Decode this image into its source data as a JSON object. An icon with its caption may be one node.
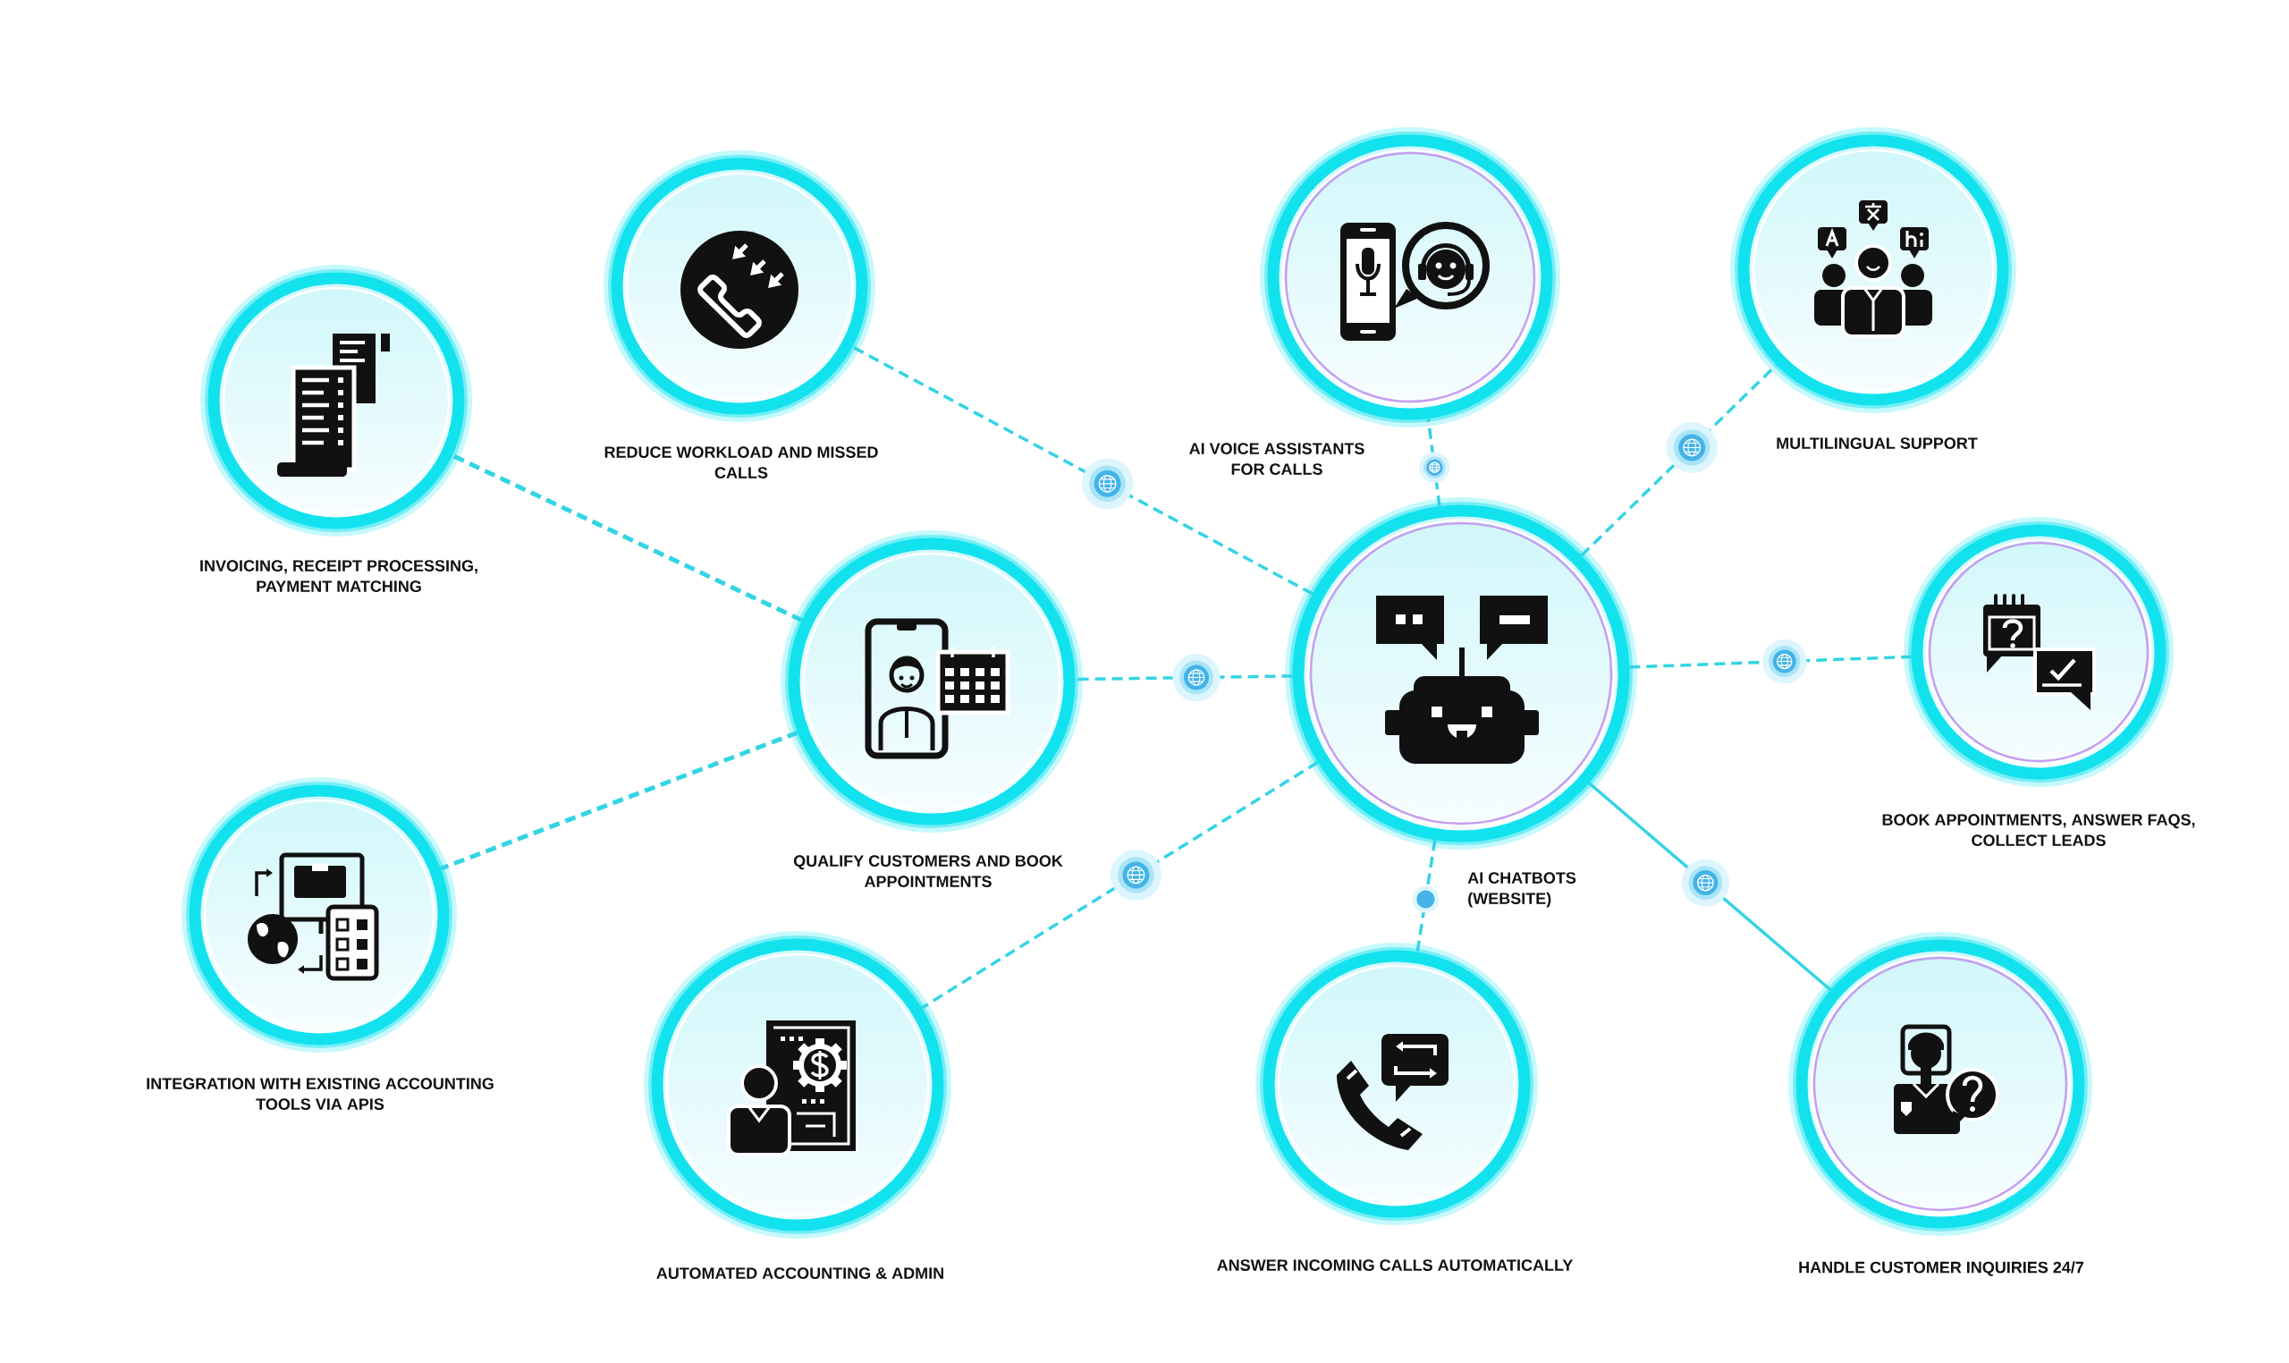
{
  "diagram": {
    "nodes": [
      {
        "text": [
          "INVOICING, RECEIPT PROCESSING, PAYMENT MATCHING"
        ]
      },
      {
        "text": [
          "REDUCE WORKLOAD AND MISSED CALLS"
        ]
      },
      {
        "text": [
          "AI VOICE ASSISTANTS FOR CALLS"
        ]
      },
      {
        "text": [
          "MULTILINGUAL SUPPORT"
        ]
      },
      {
        "text": [
          "QUALIFY CUSTOMERS AND BOOK APPOINTMENTS"
        ]
      },
      {
        "text": [
          "AI CHATBOTS (WEBSITE)"
        ]
      },
      {
        "text": [
          "BOOK APPOINTMENTS, ANSWER FAQS, COLLECT LEADS"
        ]
      },
      {
        "text": [
          "INTEGRATION WITH EXISTING ACCOUNTING TOOLS VIA APIS"
        ]
      },
      {
        "text": [
          "AUTOMATED ACCOUNTING & ADMIN"
        ]
      },
      {
        "text": [
          "ANSWER INCOMING CALLS AUTOMATICALLY"
        ]
      },
      {
        "text": [
          "HANDLE CUSTOMER INQUIRIES 24/7"
        ]
      }
    ],
    "edges": [
      {
        "from": 5,
        "to": 1,
        "arrow": "none",
        "style": "dashed"
      },
      {
        "from": 5,
        "to": 2,
        "arrow": "none",
        "style": "dashed"
      },
      {
        "from": 5,
        "to": 3,
        "arrow": "none",
        "style": "dashed"
      },
      {
        "from": 5,
        "to": 6,
        "arrow": "none",
        "style": "dashed"
      },
      {
        "from": 5,
        "to": 10,
        "arrow": "none"
      },
      {
        "from": 5,
        "to": 9,
        "arrow": "none",
        "style": "dashed"
      },
      {
        "from": 5,
        "to": 8,
        "arrow": "none",
        "style": "dashed"
      },
      {
        "from": 5,
        "to": 4,
        "arrow": "none",
        "style": "dashed"
      },
      {
        "from": 4,
        "to": 0,
        "arrow": "none",
        "style": "dashed"
      },
      {
        "from": 4,
        "to": 7,
        "arrow": "none",
        "style": "dashed"
      }
    ]
  }
}
